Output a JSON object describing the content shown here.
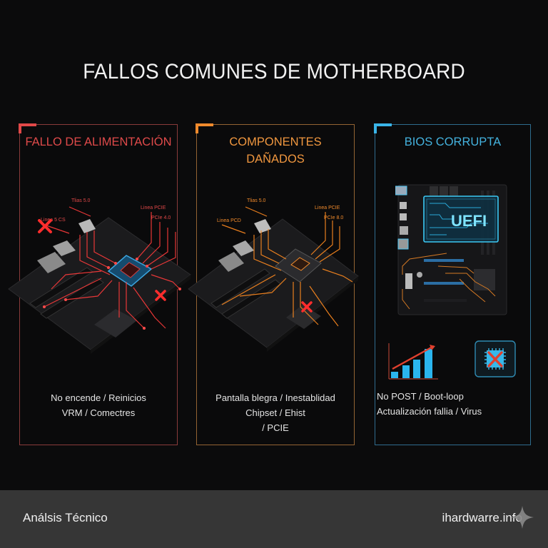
{
  "header": {
    "title": "FALLOS COMUNES DE MOTHERBOARD"
  },
  "panels": [
    {
      "id": "power",
      "title": "FALLO DE ALIMENTACIÓN",
      "accent_color": "#e04848",
      "board_labels": [
        "Tlias 5.0",
        "Linea PCIE",
        "PCIe 4.0",
        "Linea 5 CS"
      ],
      "icons": [
        "board-red-traces",
        "x-mark-left",
        "x-mark-right"
      ],
      "description_lines": [
        "No encende / Reinicios",
        "VRM / Comectres"
      ]
    },
    {
      "id": "components",
      "title_lines": [
        "COMPONENTES",
        "DAÑADOS"
      ],
      "accent_color": "#f08a2c",
      "board_labels": [
        "Tlias 5.0",
        "Linea PCIE",
        "PCIe 8.0",
        "Linea PCD"
      ],
      "icons": [
        "board-orange-traces",
        "x-mark-chipset"
      ],
      "description_lines": [
        "Pantalla blegra / Inestablidad",
        "Chipset / Ehist",
        "/ PCIE"
      ]
    },
    {
      "id": "bios",
      "title": "BIOS CORRUPTA",
      "accent_color": "#3ab4e8",
      "board_labels": [
        "UEFI"
      ],
      "icons": [
        "board-uefi-hologram",
        "bar-chart-rising",
        "chip-error"
      ],
      "description_lines": [
        "No POST / Boot-loop",
        "Actualización fallia / Virus"
      ]
    }
  ],
  "footer": {
    "left_text": "Análsis Técnico",
    "right_text": "ihardwarre.info",
    "background": "#363636"
  }
}
